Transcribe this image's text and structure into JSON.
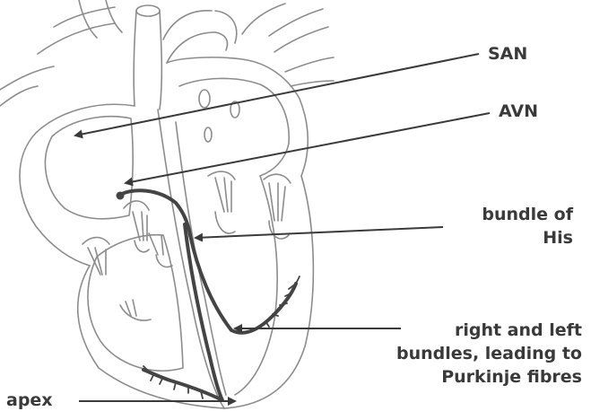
{
  "labels": {
    "san": "SAN",
    "avn": "AVN",
    "bundle_of_his": [
      "bundle of",
      "His"
    ],
    "bundles": [
      "right and left",
      "bundles, leading to",
      "Purkinje fibres"
    ],
    "apex": "apex"
  },
  "colors": {
    "outline": "#8c8c8c",
    "conduction": "#444444",
    "arrow": "#3a3a3a",
    "text": "#3a3a3a"
  }
}
